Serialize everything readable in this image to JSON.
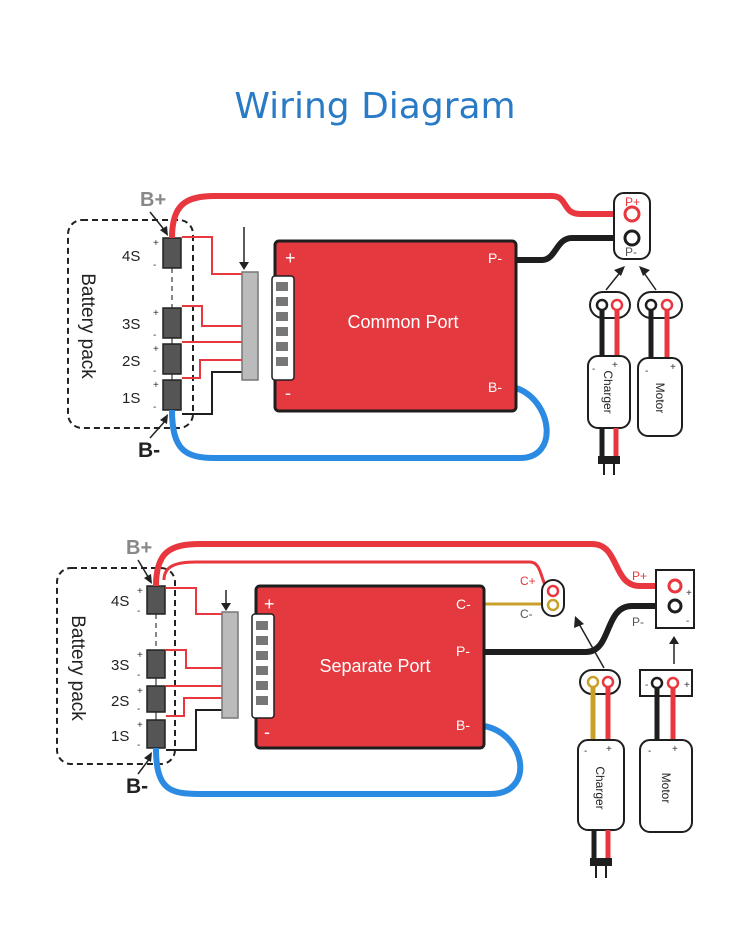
{
  "title": "Wiring Diagram",
  "colors": {
    "red_wire": "#e8373f",
    "black_wire": "#1e1e1e",
    "blue_wire": "#2b8ae2",
    "gold_wire": "#c8a02a",
    "board": "#e3393f",
    "title": "#2a7bc6"
  },
  "diagram1": {
    "board_label": "Common Port",
    "board_plus": "+",
    "board_minus": "-",
    "p_minus": "P-",
    "b_minus": "B-",
    "b_plus_label": "B+",
    "b_minus_label": "B-",
    "pack_label": "Battery pack",
    "cells": [
      "4S",
      "3S",
      "2S",
      "1S"
    ],
    "port_top": "P+",
    "port_bottom": "P-",
    "charger": "Charger",
    "motor": "Motor"
  },
  "diagram2": {
    "board_label": "Separate Port",
    "board_plus": "+",
    "board_minus": "-",
    "c_minus": "C-",
    "p_minus": "P-",
    "b_minus": "B-",
    "b_plus_label": "B+",
    "b_minus_label": "B-",
    "pack_label": "Battery pack",
    "cells": [
      "4S",
      "3S",
      "2S",
      "1S"
    ],
    "c_plus_label": "C+",
    "c_minus_label": "C-",
    "p_plus_label": "P+",
    "p_minus_label": "P-",
    "charger": "Charger",
    "motor": "Motor"
  }
}
